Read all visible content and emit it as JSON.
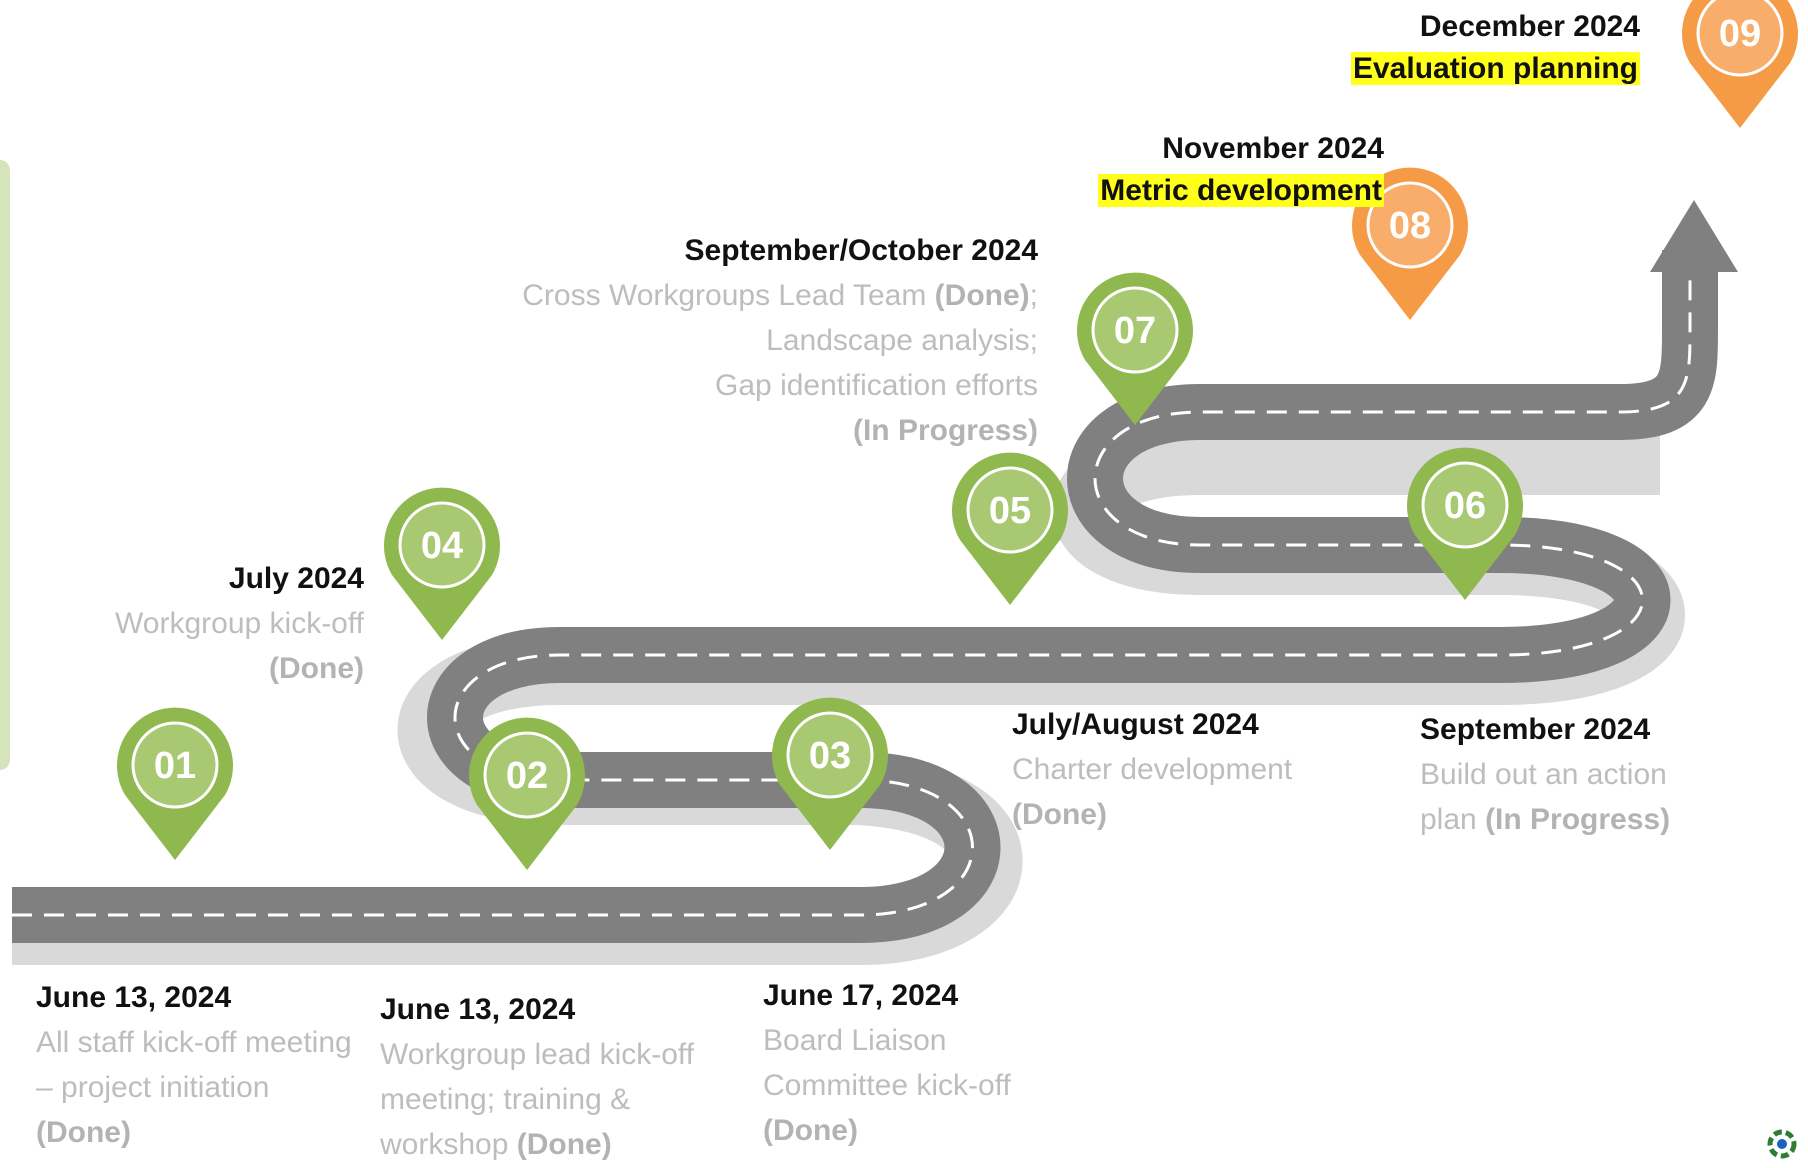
{
  "milestones": [
    {
      "num": "01",
      "color": "#8fb84e",
      "date": "June 13, 2024",
      "desc": "All staff kick-off meeting – project initiation",
      "status": "(Done)"
    },
    {
      "num": "02",
      "color": "#8fb84e",
      "date": "June 13, 2024",
      "desc": "Workgroup lead kick-off meeting; training & workshop",
      "status": "(Done)"
    },
    {
      "num": "03",
      "color": "#8fb84e",
      "date": "June 17, 2024",
      "desc": "Board Liaison Committee kick-off",
      "status": "(Done)"
    },
    {
      "num": "04",
      "color": "#8fb84e",
      "date": "July 2024",
      "desc": "Workgroup kick-off",
      "status": "(Done)"
    },
    {
      "num": "05",
      "color": "#8fb84e",
      "date": "July/August 2024",
      "desc": "Charter development",
      "status": "(Done)"
    },
    {
      "num": "06",
      "color": "#8fb84e",
      "date": "September 2024",
      "desc": "Build out an action plan",
      "status": "(In Progress)"
    },
    {
      "num": "07",
      "color": "#8fb84e",
      "date": "September/October 2024",
      "desc_lines": [
        "Cross Workgroups Lead Team",
        "Landscape analysis;",
        "Gap identification efforts"
      ],
      "desc_status": "(Done)",
      "status": "(In Progress)"
    },
    {
      "num": "08",
      "color": "#f59a45",
      "date": "November 2024",
      "highlight": "Metric development"
    },
    {
      "num": "09",
      "color": "#f59a45",
      "date": "December 2024",
      "highlight": "Evaluation planning"
    }
  ],
  "colors": {
    "road": "#808080",
    "road_shadow": "#d9d9d9",
    "green_pin": "#8fb84e",
    "orange_pin": "#f59a45",
    "highlight": "#ffff1a"
  }
}
